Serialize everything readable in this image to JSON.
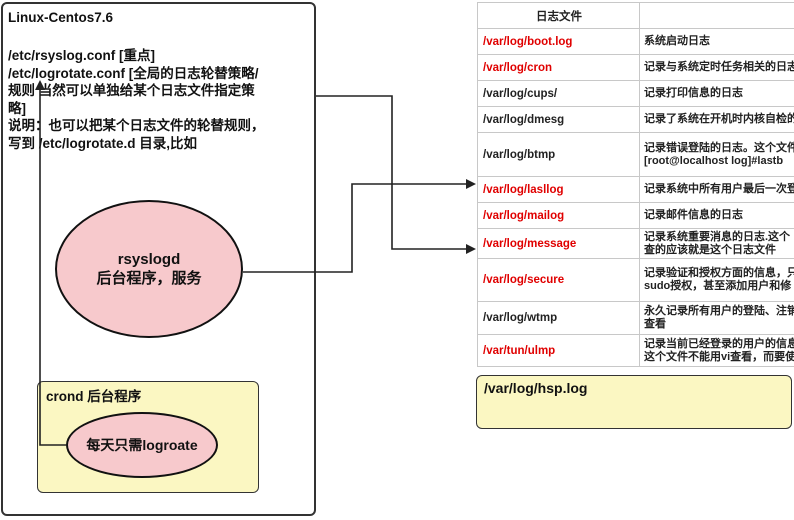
{
  "left_panel": {
    "title": "Linux-Centos7.6",
    "lines": [
      "/etc/rsyslog.conf [重点]",
      "/etc/logrotate.conf [全局的日志轮替策略/",
      "规则    当然可以单独给某个日志文件指定策",
      "略]",
      "说明：也可以把某个日志文件的轮替规则，",
      "写到 /etc/logrotate.d 目录,比如"
    ]
  },
  "rsyslogd": {
    "line1": "rsyslogd",
    "line2": "后台程序，服务"
  },
  "crond": {
    "label": "crond 后台程序",
    "node": "每天只需logroate"
  },
  "log_table": {
    "header": "日志文件",
    "rows": [
      {
        "path": "/var/log/boot.log",
        "desc": [
          "系统启动日志"
        ],
        "color": "red"
      },
      {
        "path": "/var/log/cron",
        "desc": [
          "记录与系统定时任务相关的日志"
        ],
        "color": "red"
      },
      {
        "path": "/var/log/cups/",
        "desc": [
          "记录打印信息的日志"
        ],
        "color": "black"
      },
      {
        "path": "/var/log/dmesg",
        "desc": [
          "记录了系统在开机时内核自检的"
        ],
        "color": "black"
      },
      {
        "path": "/var/log/btmp",
        "desc": [
          "记录错误登陆的日志。这个文件",
          "[root@localhost log]#lastb"
        ],
        "color": "black"
      },
      {
        "path": "/var/log/lasllog",
        "desc": [
          "记录系统中所有用户最后一次登"
        ],
        "color": "red"
      },
      {
        "path": "/var/log/mailog",
        "desc": [
          "记录邮件信息的日志"
        ],
        "color": "red"
      },
      {
        "path": "/var/log/message",
        "desc": [
          "记录系统重要消息的日志.这个",
          "查的应该就是这个日志文件"
        ],
        "color": "red"
      },
      {
        "path": "/var/log/secure",
        "desc": [
          "记录验证和授权方面的信息，只",
          "sudo授权，甚至添加用户和修"
        ],
        "color": "red"
      },
      {
        "path": "/var/log/wtmp",
        "desc": [
          "永久记录所有用户的登陆、注销",
          "查看"
        ],
        "color": "black"
      },
      {
        "path": "/var/tun/ulmp",
        "desc": [
          "记录当前已经登录的用户的信息",
          "这个文件不能用vi查看，而要使"
        ],
        "color": "red"
      }
    ]
  },
  "hsp_box": {
    "label": "/var/log/hsp.log"
  },
  "colors": {
    "ellipse_fill": "#f7c9cc",
    "note_fill": "#fbf7c2",
    "path_red": "#e00000"
  }
}
